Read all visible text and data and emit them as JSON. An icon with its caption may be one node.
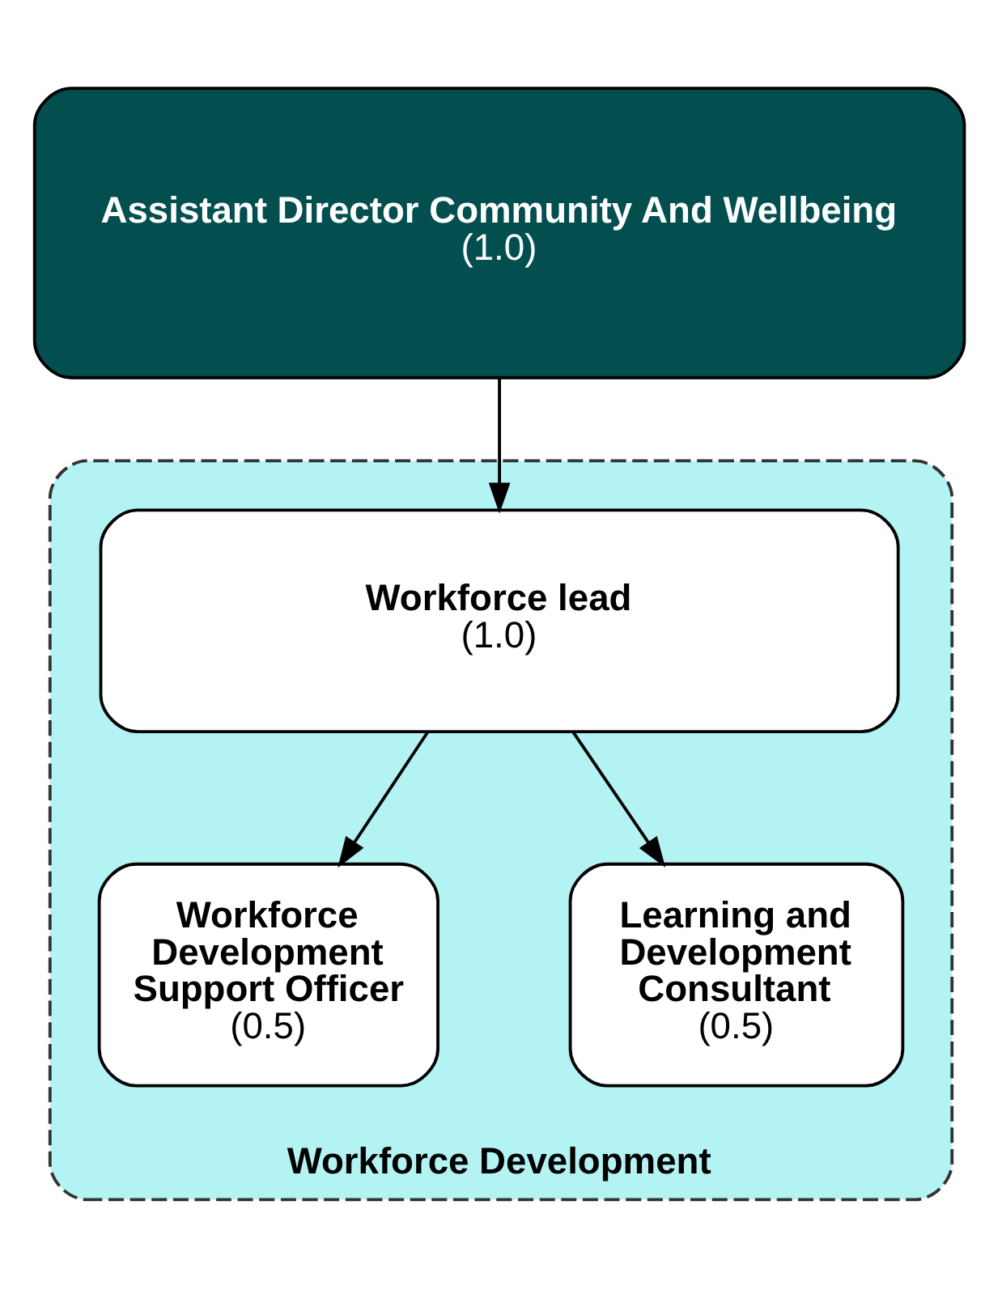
{
  "diagram": {
    "nodes": [
      {
        "text": [
          "Assistant Director Community And Wellbeing",
          "(1.0)"
        ]
      },
      {
        "text": [
          "Workforce Development"
        ]
      },
      {
        "text": [
          "Workforce lead",
          "(1.0)"
        ],
        "in": 1
      },
      {
        "text": [
          "Workforce Development Support Officer",
          "(0.5)"
        ],
        "in": 1
      },
      {
        "text": [
          "Learning and Development Consultant",
          "(0.5)"
        ],
        "in": 1
      }
    ],
    "edges": [
      {
        "from": 0,
        "to": 2,
        "arrow": "to"
      },
      {
        "from": 2,
        "to": 3,
        "arrow": "to"
      },
      {
        "from": 2,
        "to": 4,
        "arrow": "to"
      }
    ]
  }
}
